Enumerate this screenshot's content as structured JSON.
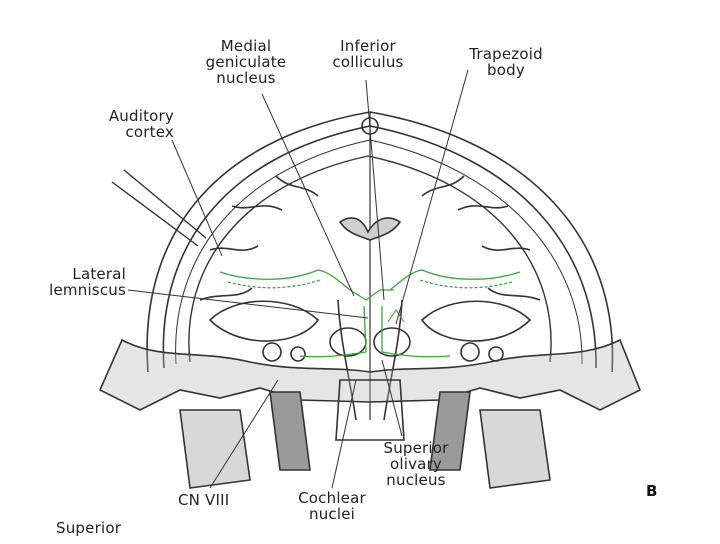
{
  "diagram": {
    "panel_letter": "B",
    "footer_caption": "Superior",
    "labels": {
      "medial_geniculate": [
        "Medial",
        "geniculate",
        "nucleus"
      ],
      "inferior_colliculus": [
        "Inferior",
        "colliculus"
      ],
      "trapezoid_body": [
        "Trapezoid",
        "body"
      ],
      "auditory_cortex": [
        "Auditory",
        "cortex"
      ],
      "lateral_lemniscus": [
        "Lateral",
        "lemniscus"
      ],
      "superior_olivary": [
        "Superior",
        "olivary",
        "nucleus"
      ],
      "cn_viii": "CN VIII",
      "cochlear_nuclei": [
        "Cochlear",
        "nuclei"
      ]
    },
    "colors": {
      "line": "#333333",
      "pathway": "#3aa83a",
      "bone": "#9a9a9a"
    }
  }
}
